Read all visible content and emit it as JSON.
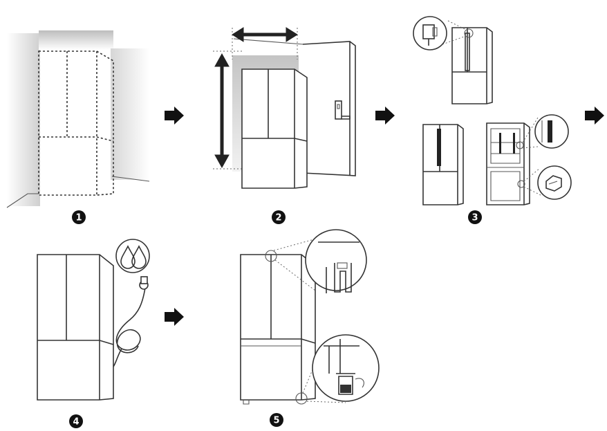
{
  "steps": [
    {
      "number": "1"
    },
    {
      "number": "2"
    },
    {
      "number": "3"
    },
    {
      "number": "4"
    },
    {
      "number": "5"
    }
  ],
  "arrow_count": 4,
  "colors": {
    "ink": "#333333",
    "marker": "#111111",
    "shadow": "#d9d9d9"
  },
  "icons": [
    "arrow-right-icon",
    "double-arrow-icon",
    "water-drops-icon"
  ]
}
